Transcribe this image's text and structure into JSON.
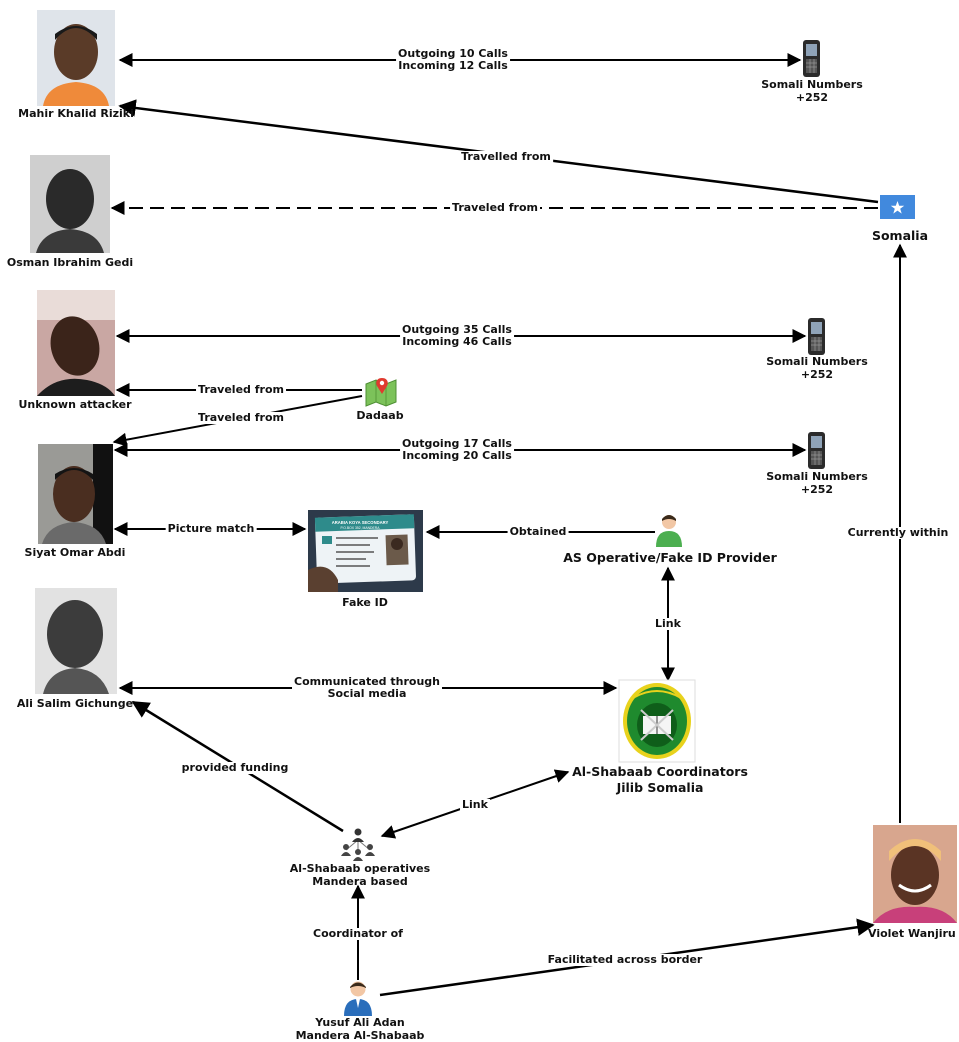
{
  "nodes": {
    "mahir": {
      "label": "Mahir Khalid Riziki"
    },
    "osman": {
      "label": "Osman Ibrahim Gedi"
    },
    "unknown": {
      "label": "Unknown attacker"
    },
    "siyat": {
      "label": "Siyat Omar Abdi"
    },
    "ali": {
      "label": "Ali Salim Gichunge"
    },
    "phone1": {
      "line1": "Somali Numbers",
      "line2": "+252"
    },
    "phone2": {
      "line1": "Somali Numbers",
      "line2": "+252"
    },
    "phone3": {
      "line1": "Somali Numbers",
      "line2": "+252"
    },
    "somalia": {
      "label": "Somalia"
    },
    "dadaab": {
      "label": "Dadaab"
    },
    "fakeid": {
      "label": "Fake ID",
      "card_header": "ARABIA KOYA SECONDARY",
      "card_sub": "P.O.BOX 352, MANDERA"
    },
    "provider": {
      "label": "AS Operative/Fake ID Provider"
    },
    "coordinators": {
      "line1": "Al-Shabaab Coordinators",
      "line2": "Jilib Somalia"
    },
    "operatives": {
      "line1": "Al-Shabaab operatives",
      "line2": "Mandera based"
    },
    "yusuf": {
      "line1": "Yusuf Ali Adan",
      "line2": "Mandera Al-Shabaab"
    },
    "violet": {
      "label": "Violet Wanjiru"
    }
  },
  "edges": {
    "e1": {
      "line1": "Outgoing 10 Calls",
      "line2": "Incoming 12 Calls"
    },
    "e2": {
      "label": "Travelled from"
    },
    "e3": {
      "label": "Traveled from"
    },
    "e4": {
      "line1": "Outgoing 35 Calls",
      "line2": "Incoming 46 Calls"
    },
    "e5": {
      "label": "Traveled from"
    },
    "e6": {
      "label": "Traveled from"
    },
    "e7": {
      "line1": "Outgoing 17 Calls",
      "line2": "Incoming 20 Calls"
    },
    "e8": {
      "label": "Picture match"
    },
    "e9": {
      "label": "Obtained"
    },
    "e10": {
      "label": "Link"
    },
    "e11": {
      "line1": "Communicated through",
      "line2": "Social media"
    },
    "e12": {
      "label": "provided funding"
    },
    "e13": {
      "label": "Link"
    },
    "e14": {
      "label": "Coordinator of"
    },
    "e15": {
      "label": "Facilitated across border"
    },
    "e16": {
      "label": "Currently within"
    }
  },
  "colors": {
    "edge": "#000000",
    "somalia_flag": "#4189dd",
    "person_green": "#4caf50",
    "person_blue": "#2a6ebb",
    "emblem_green": "#1f8a2e",
    "emblem_yellow": "#e8d21c"
  }
}
